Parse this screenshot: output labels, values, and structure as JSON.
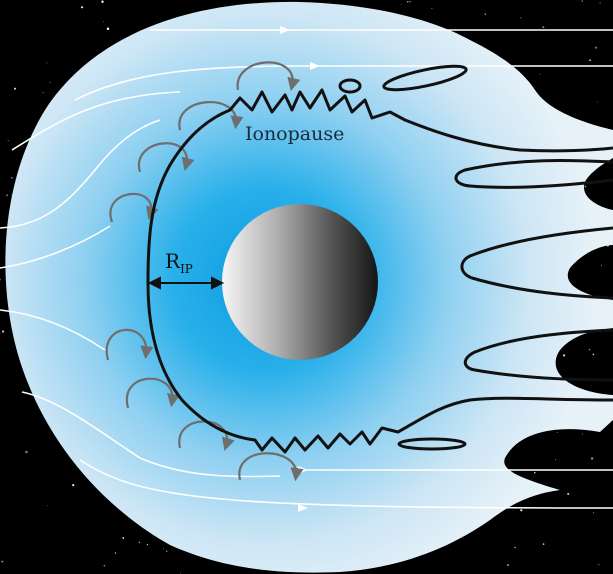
{
  "labels": {
    "ionopause": "Ionopause",
    "radius_main": "R",
    "radius_sub": "IP"
  },
  "colors": {
    "background": "#000000",
    "ionosphere_core": "#1aa9e6",
    "ionosphere_edge": "#dfeef8",
    "ionopause_line": "#111111",
    "flow_lines": "#ffffff",
    "gyration_arrows": "#707070",
    "planet_light": "#f4f4f4",
    "planet_dark": "#1a1a1a",
    "stars": "#ffffff"
  },
  "icons": {
    "planet": "planet-sphere-icon",
    "flow_line": "solar-wind-flow-line-icon",
    "gyration": "ion-pickup-gyration-arrow-icon"
  }
}
